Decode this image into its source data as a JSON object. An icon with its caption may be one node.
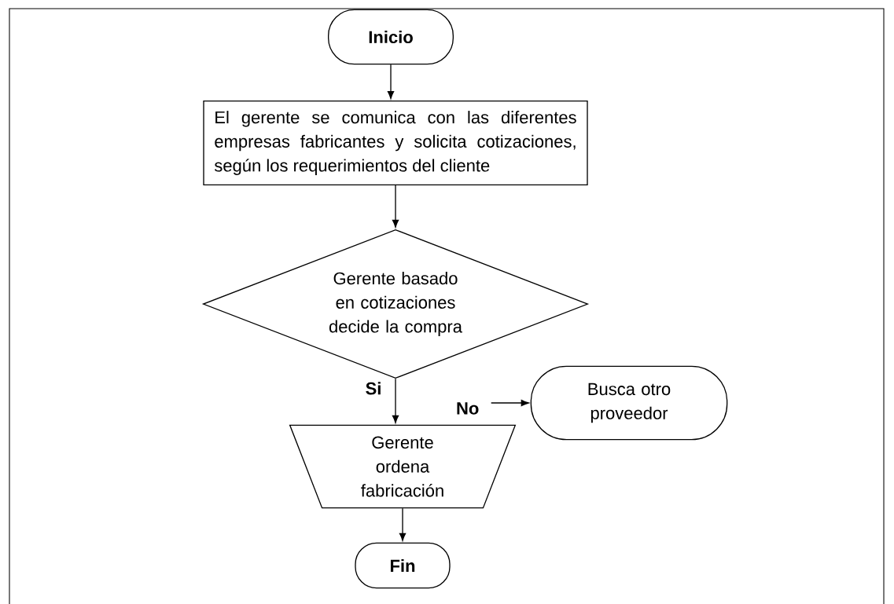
{
  "diagram": {
    "nodes": [
      {
        "text": [
          "Inicio"
        ]
      },
      {
        "text": [
          "El gerente se comunica con las diferentes empresas fabricantes y solicita cotizaciones, según los requerimientos del cliente"
        ]
      },
      {
        "text": [
          "Gerente basado en cotizaciones decide la compra"
        ]
      },
      {
        "text": [
          "Gerente ordena fabricación"
        ]
      },
      {
        "text": [
          "Busca otro proveedor"
        ]
      },
      {
        "text": [
          "Fin"
        ]
      }
    ],
    "edges": [
      {
        "from": 0,
        "to": 1,
        "arrow": "to"
      },
      {
        "from": 1,
        "to": 2,
        "arrow": "to"
      },
      {
        "from": 2,
        "to": 3,
        "arrow": "to",
        "label": "Si"
      },
      {
        "from": null,
        "to": 4,
        "arrow": "to",
        "label": "No"
      },
      {
        "from": 3,
        "to": 5,
        "arrow": "to"
      }
    ]
  }
}
